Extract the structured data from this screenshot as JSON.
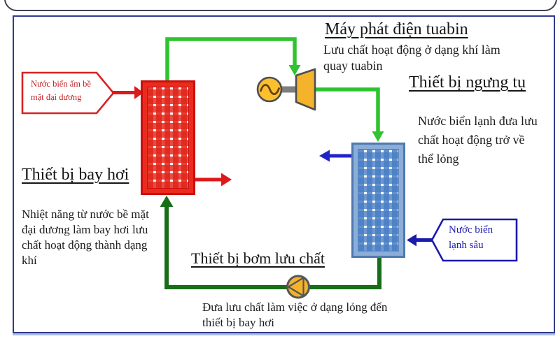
{
  "diagram": {
    "generator": {
      "title": "Máy phát điện tuabin",
      "caption": "Lưu chất hoạt động ở dạng khí làm quay tuabin"
    },
    "condenser": {
      "title": "Thiết bị ngưng tụ",
      "caption": "Nước biển lạnh đưa lưu chất hoạt động trở về thể lỏng"
    },
    "evaporator": {
      "title": "Thiết bị bay hơi",
      "caption": "Nhiệt năng từ nước bề mặt đại dương làm bay hơi lưu chất hoạt động thành dạng khí"
    },
    "pump": {
      "title": "Thiết bị bơm lưu chất",
      "caption": "Đưa lưu chất làm việc ở dạng lỏng đến thiết bị bay hơi"
    },
    "callout_warm": "Nước biển ấm bề mặt đại dương",
    "callout_cold": "Nước biển lạnh sâu"
  },
  "icons": {
    "generator": "generator-circle-with-sine-wave",
    "turbine": "turbine-trapezoid",
    "pump": "pump-circle-with-triangle"
  },
  "colors": {
    "frame_border": "#333a8c",
    "vapor_pipe_green": "#2fc32f",
    "liquid_pipe_dark_green": "#176e17",
    "warm_red": "#dd1a1a",
    "evaporator_fill": "#ea2c1f",
    "cold_blue": "#1a1aad",
    "condenser_fill": "#8badd8",
    "machine_yellow": "#f4b32a"
  }
}
